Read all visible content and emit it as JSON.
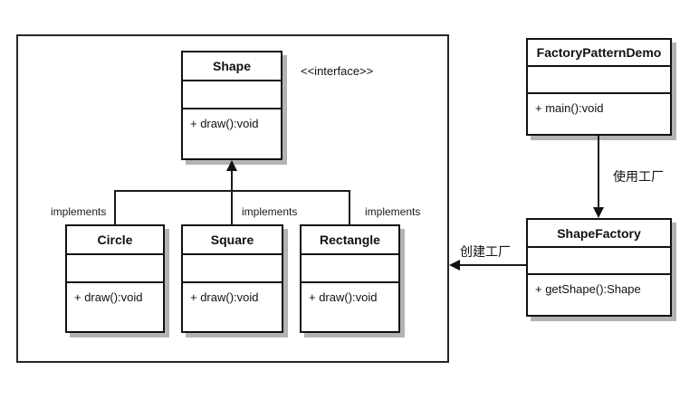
{
  "diagram": {
    "stereotype": "<<interface>>",
    "labels": {
      "implements_left": "implements",
      "implements_middle": "implements",
      "implements_right": "implements",
      "use_factory": "使用工厂",
      "create_factory": "创建工厂"
    },
    "classes": {
      "shape": {
        "title": "Shape",
        "method": "+ draw():void"
      },
      "circle": {
        "title": "Circle",
        "method": "+ draw():void"
      },
      "square": {
        "title": "Square",
        "method": "+ draw():void"
      },
      "rectangle": {
        "title": "Rectangle",
        "method": "+ draw():void"
      },
      "factory_pattern_demo": {
        "title": "FactoryPatternDemo",
        "method": "+ main():void"
      },
      "shape_factory": {
        "title": "ShapeFactory",
        "method": "+ getShape():Shape"
      }
    },
    "colors": {
      "line": "#1a1a1a",
      "shadow": "#b3b3b3",
      "background": "#ffffff"
    }
  }
}
